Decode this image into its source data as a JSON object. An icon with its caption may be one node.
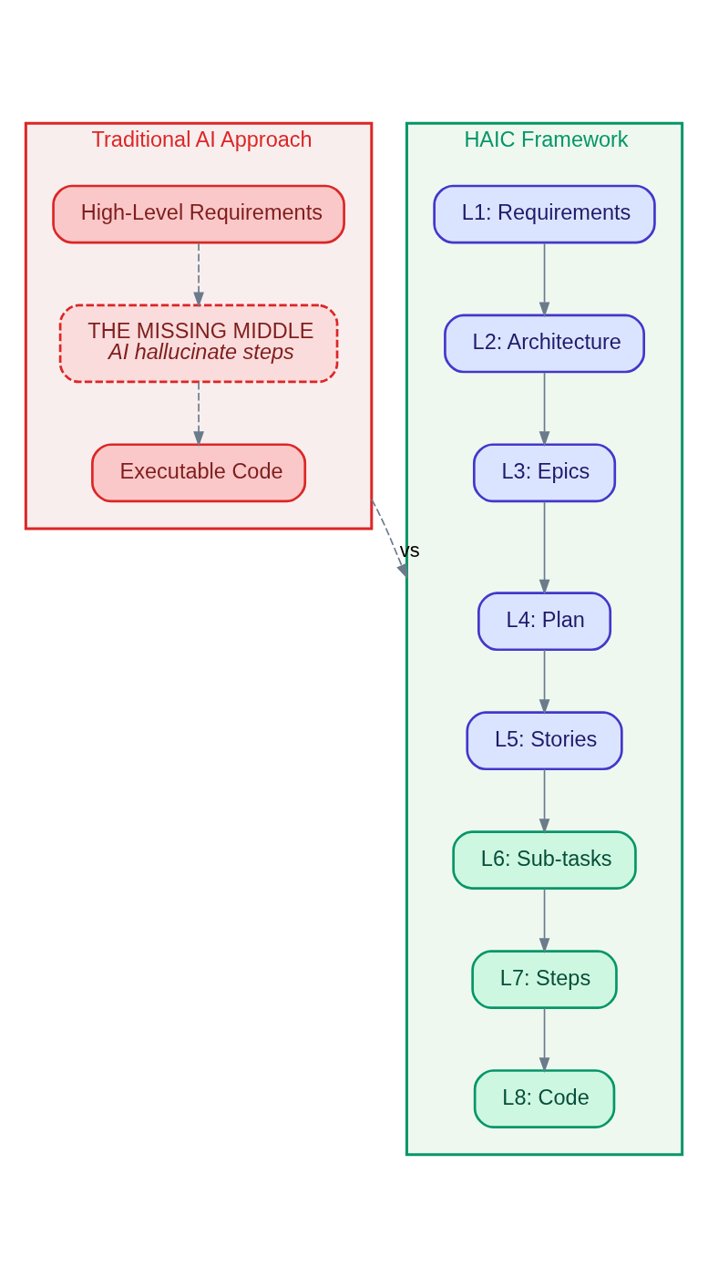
{
  "diagram": {
    "nodes": [
      {
        "text": [
          "Traditional AI Approach"
        ]
      },
      {
        "text": [
          "High-Level Requirements"
        ],
        "in": 0
      },
      {
        "text": [
          "THE MISSING MIDDLE",
          "AI hallucinate steps"
        ],
        "in": 0
      },
      {
        "text": [
          "Executable Code"
        ],
        "in": 0
      },
      {
        "text": [
          "HAIC Framework"
        ]
      },
      {
        "text": [
          "L1: Requirements"
        ],
        "in": 4
      },
      {
        "text": [
          "L2: Architecture"
        ],
        "in": 4
      },
      {
        "text": [
          "L3: Epics"
        ],
        "in": 4
      },
      {
        "text": [
          "L4: Plan"
        ],
        "in": 4
      },
      {
        "text": [
          "L5: Stories"
        ],
        "in": 4
      },
      {
        "text": [
          "L6: Sub-tasks"
        ],
        "in": 4
      },
      {
        "text": [
          "L7: Steps"
        ],
        "in": 4
      },
      {
        "text": [
          "L8: Code"
        ],
        "in": 4
      }
    ],
    "edges": [
      {
        "from": 1,
        "to": 2,
        "arrow": "to",
        "style": "dashed"
      },
      {
        "from": 2,
        "to": 3,
        "arrow": "to",
        "style": "dashed"
      },
      {
        "from": 0,
        "to": 4,
        "arrow": "to",
        "style": "dashed",
        "label": "vs"
      },
      {
        "from": 5,
        "to": 6,
        "arrow": "to"
      },
      {
        "from": 6,
        "to": 7,
        "arrow": "to"
      },
      {
        "from": 7,
        "to": 8,
        "arrow": "to"
      },
      {
        "from": 8,
        "to": 9,
        "arrow": "to"
      },
      {
        "from": 9,
        "to": 10,
        "arrow": "to"
      },
      {
        "from": 10,
        "to": 11,
        "arrow": "to"
      },
      {
        "from": 11,
        "to": 12,
        "arrow": "to"
      }
    ]
  }
}
